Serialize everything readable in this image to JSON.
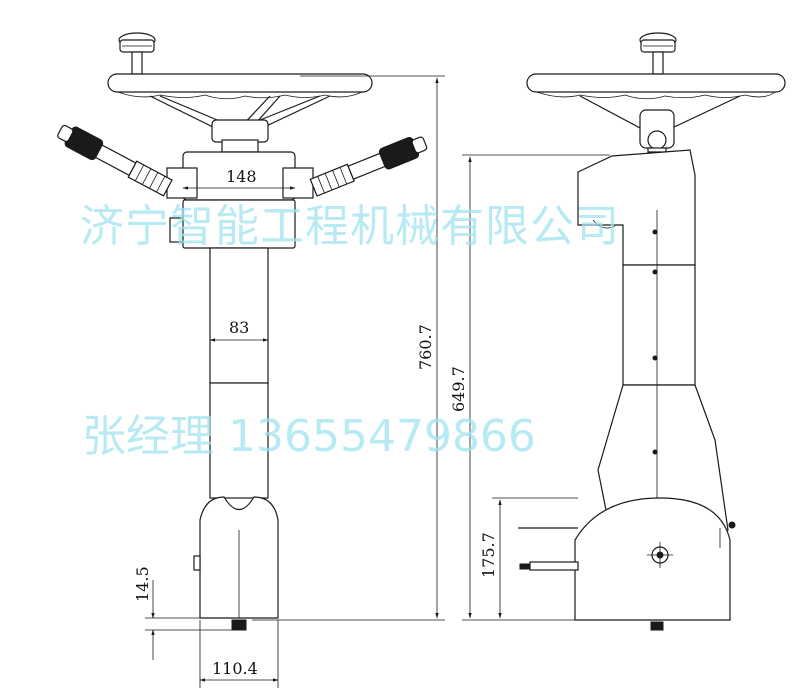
{
  "watermark": {
    "company": "济宁智能工程机械有限公司",
    "contact": "张经理 13655479866",
    "color": "#9fe3ef"
  },
  "front_view": {
    "dim_width_handle": "148",
    "dim_width_column": "83",
    "dim_base_width": "110.4",
    "dim_foot_height": "14.5",
    "dim_total_height": "760.7"
  },
  "side_view": {
    "dim_height": "649.7",
    "dim_step_height": "175.7"
  }
}
